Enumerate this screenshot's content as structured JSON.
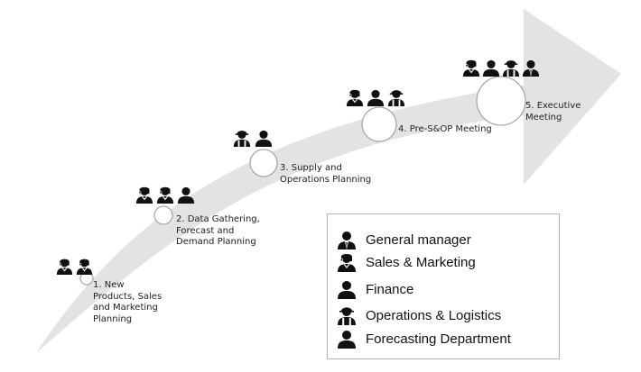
{
  "steps": [
    {
      "label": "1. New\nProducts, Sales\nand Marketing\nPlanning",
      "roles": [
        "sales-marketing",
        "sales-marketing"
      ]
    },
    {
      "label": "2. Data Gathering,\nForecast and\nDemand Planning",
      "roles": [
        "sales-marketing",
        "sales-marketing",
        "forecasting-department"
      ]
    },
    {
      "label": "3. Supply and\nOperations Planning",
      "roles": [
        "operations-logistics",
        "finance"
      ]
    },
    {
      "label": "4. Pre-S&OP Meeting",
      "roles": [
        "sales-marketing",
        "finance",
        "operations-logistics"
      ]
    },
    {
      "label": "5. Executive\nMeeting",
      "roles": [
        "sales-marketing",
        "finance",
        "operations-logistics",
        "general-manager"
      ]
    }
  ],
  "legend": {
    "items": [
      {
        "role": "general-manager",
        "label": "General manager"
      },
      {
        "role": "sales-marketing",
        "label": "Sales & Marketing"
      },
      {
        "role": "finance",
        "label": "Finance"
      },
      {
        "role": "operations-logistics",
        "label": "Operations & Logistics"
      },
      {
        "role": "forecasting-department",
        "label": "Forecasting Department"
      }
    ]
  },
  "colors": {
    "arrow": "#e3e3e3",
    "icon": "#111111",
    "circle_stroke": "#a8a8a8",
    "legend_border": "#b5b5b5"
  }
}
